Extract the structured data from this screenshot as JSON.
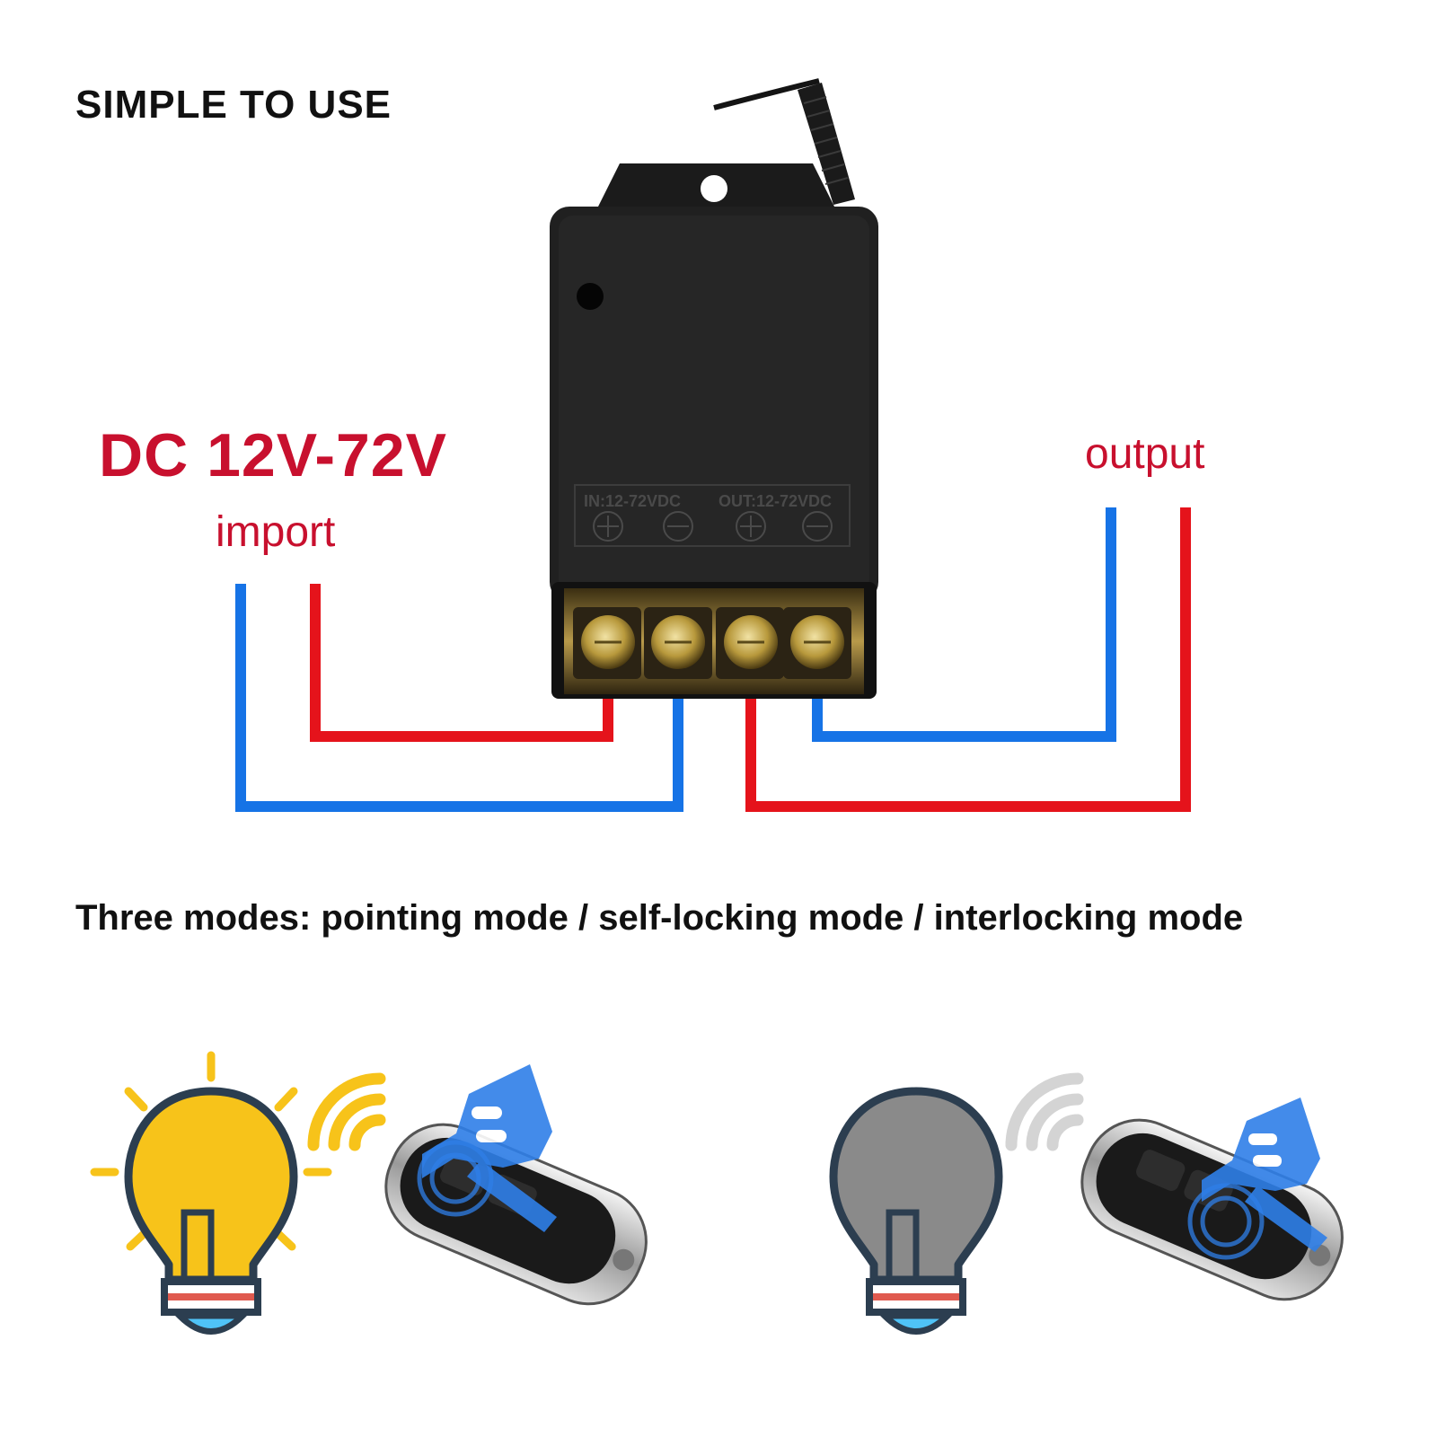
{
  "title": "SIMPLE TO USE",
  "voltage_label": "DC 12V-72V",
  "input_label": "import",
  "output_label": "output",
  "terminal_in_label": "IN:12-72VDC",
  "terminal_out_label": "OUT:12-72VDC",
  "modes_text": "Three modes: pointing mode / self-locking mode / interlocking mode",
  "icons": [
    "relay-module",
    "antenna",
    "bulb-on",
    "bulb-off",
    "remote-control",
    "hand-pointer",
    "wireless-signal"
  ],
  "colors": {
    "accent_red": "#c8102e",
    "wire_red": "#e5131b",
    "wire_blue": "#1673e6",
    "bulb_on": "#f7c31a",
    "bulb_off": "#8a8a8a",
    "hand_blue": "#2f7fe8"
  }
}
